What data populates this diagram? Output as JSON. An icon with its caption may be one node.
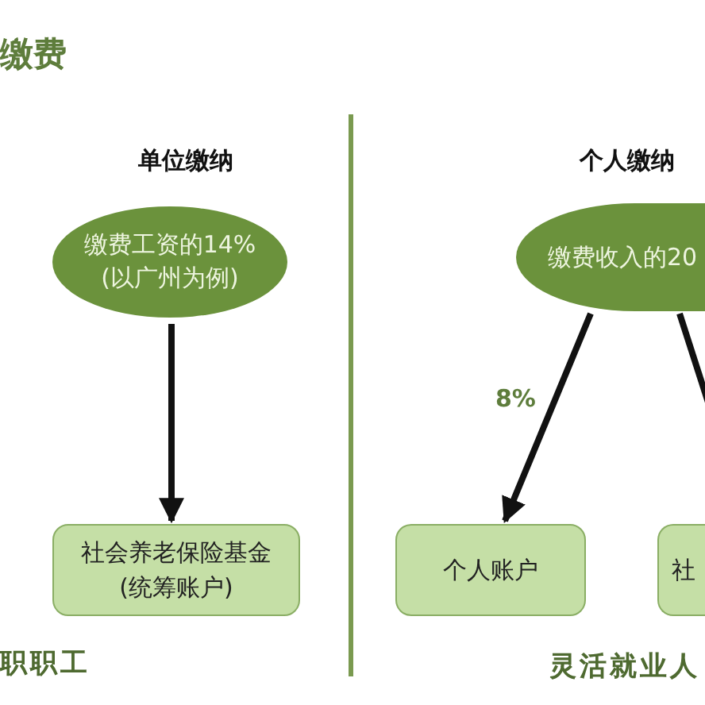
{
  "diagram": {
    "title": "缴费",
    "nodes": [
      {
        "text": [
          "缴费工资的14% (以广州为例)"
        ]
      },
      {
        "text": [
          "社会养老保险基金 (统筹账户)"
        ]
      },
      {
        "text": [
          "缴费收入的20"
        ]
      },
      {
        "text": [
          "个人账户"
        ]
      },
      {
        "text": [
          "社"
        ]
      }
    ],
    "edges": [
      {
        "from": 0,
        "to": 1,
        "arrow": "to"
      },
      {
        "from": 2,
        "to": 3,
        "arrow": "to",
        "label": "8%"
      },
      {
        "from": 2,
        "to": 4,
        "arrow": "to"
      }
    ],
    "labels": [
      "单位缴纳",
      "个人缴纳",
      "职职工",
      "灵活就业人"
    ]
  }
}
